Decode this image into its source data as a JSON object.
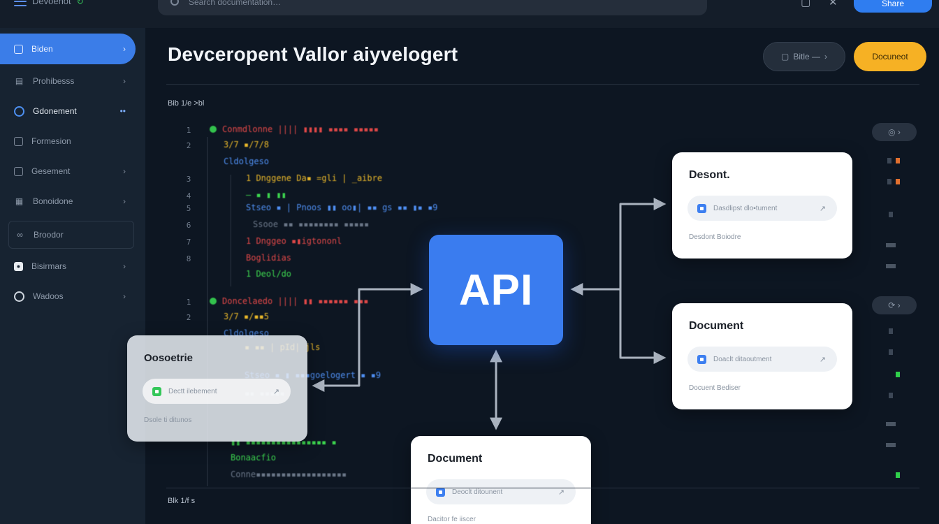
{
  "topbar": {
    "brand": "Devoenot",
    "search_placeholder": "Search documentation…",
    "primary_label": "Share"
  },
  "sidebar": {
    "items": [
      {
        "label": "Biden"
      },
      {
        "label": "Prohibesss"
      },
      {
        "label": "Gdonement"
      },
      {
        "label": "Formesion"
      },
      {
        "label": "Gesement"
      },
      {
        "label": "Bonoidone"
      },
      {
        "label": "Broodor"
      },
      {
        "label": "Bisirmars"
      },
      {
        "label": "Wadoos"
      }
    ]
  },
  "main": {
    "title": "Devceropent  Vallor aiyvelogert",
    "ghost_button": "Bitle —",
    "yellow_button": "Docuneot",
    "crumb_top": "Bib 1/e  >bl",
    "crumb_bottom": "Blk 1/f s"
  },
  "code": {
    "lines": [
      {
        "ln": "1",
        "text": "Conmdlonne  ||||  ▮▮▮▮  ▪▪▪▪ ▪▪▪▪▪",
        "cls": "c-red",
        "dot": true
      },
      {
        "ln": "2",
        "text": "3/7  ▪/7/8",
        "cls": "c-yel"
      },
      {
        "ln": "",
        "text": "Cldolgeso",
        "cls": "c-blue"
      },
      {
        "ln": "3",
        "text": "1   Dnggene  Da▪  =gli  |  _aibre",
        "cls": "c-yel"
      },
      {
        "ln": "4",
        "text": "— ▪  ▮ ▮▮",
        "cls": "c-grn"
      },
      {
        "ln": "5",
        "text": "Stseo  ▪  |  Pnoos  ▮▮  oo▮|  ▪▪  gs ▪▪ ▮▪ ▪9",
        "cls": "c-blue"
      },
      {
        "ln": "6",
        "text": "Ssooe  ▪▪  ▪▪▪▪▪▪▪▪  ▪▪▪▪▪",
        "cls": "c-gry"
      },
      {
        "ln": "7",
        "text": "1   Dnggeo  ▪▮igtononl",
        "cls": "c-red"
      },
      {
        "ln": "8",
        "text": "Boglidias",
        "cls": "c-red"
      },
      {
        "ln": "",
        "text": "1   Deol/do",
        "cls": "c-grn"
      },
      {
        "ln": "1",
        "text": "Doncelaedo  ||||  ▮▮  ▪▪▪▪▪▪  ▪▪▪",
        "cls": "c-red",
        "dot": true
      },
      {
        "ln": "2",
        "text": "3/7  ▪/▪▪5",
        "cls": "c-yel"
      },
      {
        "ln": "",
        "text": "Cldolgeso",
        "cls": "c-blue"
      },
      {
        "ln": "",
        "text": "▪  ▪▪  |  pId|  jls",
        "cls": "c-yel"
      },
      {
        "ln": "",
        "text": "Stseo  ▪ ▮  ▪▪▪goelogert  ▪  ▪9",
        "cls": "c-blue"
      },
      {
        "ln": "",
        "text": "▪▪  ▪▪▪▪▪",
        "cls": "c-gry"
      },
      {
        "ln": "",
        "text": "▮▮  ▪▪▪▪▪▪▪▪▪▪▪▪▪▪▪▪ ▪",
        "cls": "c-grn"
      },
      {
        "ln": "",
        "text": "Bonaacfio",
        "cls": "c-grn"
      },
      {
        "ln": "",
        "text": "Conne▪▪▪▪▪▪▪▪▪▪▪▪▪▪▪▪▪▪",
        "cls": "c-gry"
      }
    ]
  },
  "api": {
    "label": "API"
  },
  "cards": [
    {
      "title": "Desont.",
      "field": "Dasdlipst dlo▪tument",
      "note": "Desdont Boiodre",
      "icon_color": "#3d7ff0"
    },
    {
      "title": "Document",
      "field": "Doaclt ditaoutment",
      "note": "Docuent Bediser",
      "icon_color": "#3d7ff0"
    },
    {
      "title": "Document",
      "field": "Deoclt ditounent",
      "note": "Dacitor fe iiscer",
      "icon_color": "#3d7ff0"
    },
    {
      "title": "Oosoetrie",
      "field": "Dectt ilebement",
      "note": "Dsole ti ditunos",
      "icon_color": "#34c759"
    }
  ],
  "gutter": {
    "pill1": "◎ ›",
    "pill2": "⟳ ›"
  },
  "colors": {
    "accent": "#3a7cef",
    "yellow": "#f6b124",
    "bg": "#0d1622"
  }
}
